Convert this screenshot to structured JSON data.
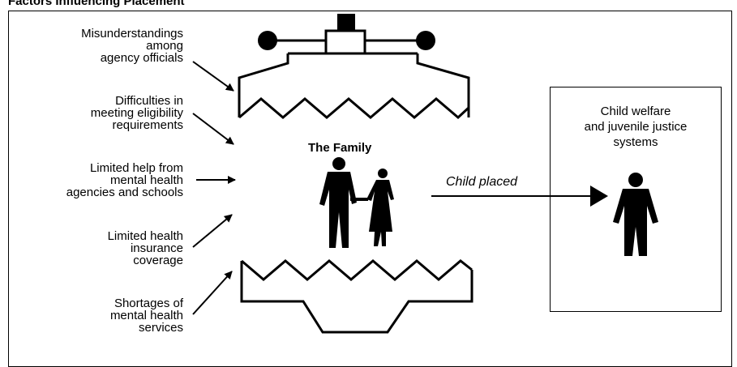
{
  "title": "Factors Influencing Placement",
  "factors": [
    {
      "lines": [
        "Misunderstandings",
        "among",
        "agency officials"
      ]
    },
    {
      "lines": [
        "Difficulties in",
        "meeting eligibility",
        "requirements"
      ]
    },
    {
      "lines": [
        "Limited help from",
        "mental health",
        "agencies and schools"
      ]
    },
    {
      "lines": [
        "Limited health",
        "insurance",
        "coverage"
      ]
    },
    {
      "lines": [
        "Shortages of",
        "mental health",
        "services"
      ]
    }
  ],
  "family_label": "The Family",
  "placed_label": "Child placed",
  "system_label": [
    "Child welfare",
    "and juvenile justice",
    "systems"
  ]
}
